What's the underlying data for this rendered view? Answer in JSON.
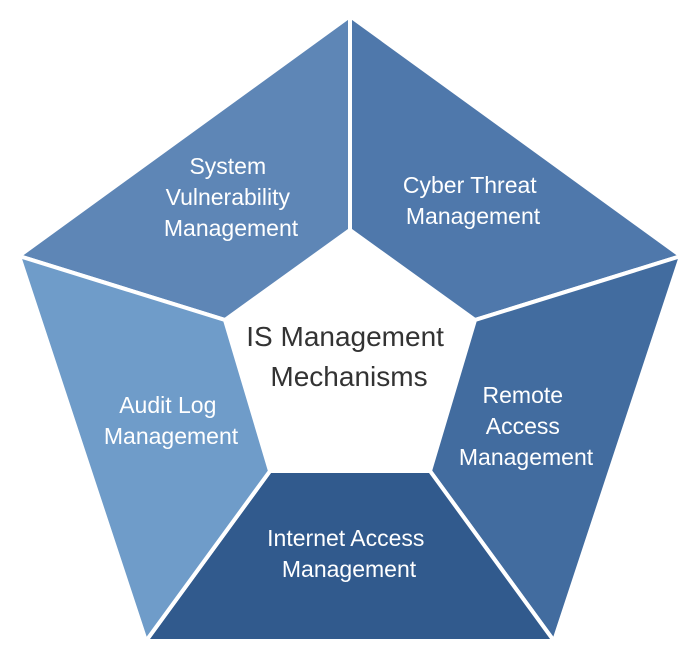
{
  "center": {
    "line1": "IS Management",
    "line2": "Mechanisms"
  },
  "segments": [
    {
      "id": "system-vulnerability",
      "lines": [
        "System",
        "Vulnerability",
        "Management"
      ],
      "color": "#5e86b6"
    },
    {
      "id": "cyber-threat",
      "lines": [
        "Cyber Threat",
        "Management"
      ],
      "color": "#4f78ab"
    },
    {
      "id": "remote-access",
      "lines": [
        "Remote",
        "Access",
        "Management"
      ],
      "color": "#426c9f"
    },
    {
      "id": "internet-access",
      "lines": [
        "Internet Access",
        "Management"
      ],
      "color": "#315a8d"
    },
    {
      "id": "audit-log",
      "lines": [
        "Audit Log",
        "Management"
      ],
      "color": "#6f9cc9"
    }
  ]
}
